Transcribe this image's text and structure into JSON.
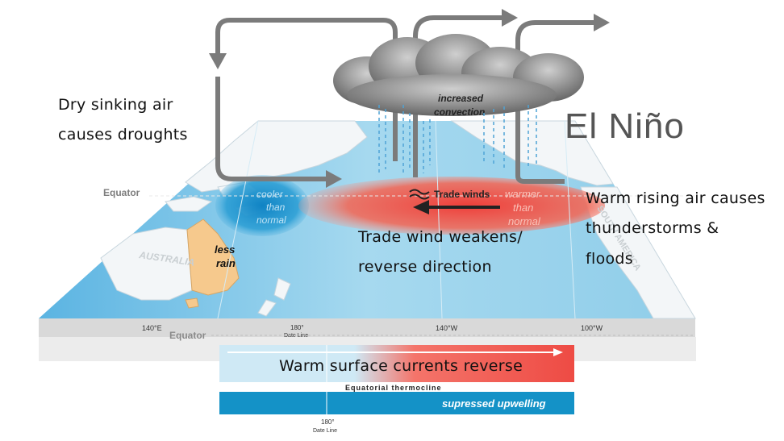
{
  "title": "El Niño",
  "captions": {
    "dry_sinking": [
      "Dry sinking air",
      "causes droughts"
    ],
    "warm_rising": [
      "Warm rising air causes",
      "thunderstorms &",
      "floods"
    ],
    "trade_weakens": [
      "Trade wind weakens/",
      "reverse direction"
    ],
    "currents_reverse": "Warm surface currents reverse"
  },
  "map_labels": {
    "increased_convection": [
      "increased",
      "convection"
    ],
    "trade_winds": "Trade winds",
    "cooler": [
      "cooler",
      "than",
      "normal"
    ],
    "warmer": [
      "warmer",
      "than",
      "normal"
    ],
    "less_rain": [
      "less",
      "rain"
    ],
    "australia": "AUSTRALIA",
    "south_america": "SOUTH AMERICA",
    "equator_top": "Equator",
    "equator_bottom": "Equator",
    "lon_140e": "140°E",
    "lon_180": [
      "180°",
      "Date Line"
    ],
    "lon_140w": "140°W",
    "lon_100w": "100°W",
    "thermocline": "Equatorial thermocline",
    "upwelling": "supressed upwelling",
    "bottom_180": [
      "180°",
      "Date Line"
    ]
  },
  "colors": {
    "ocean": "#8ccbe8",
    "ocean_dark": "#1e8fc8",
    "warm": "#ee4b44",
    "land": "#f3f6f8",
    "australia": "#f6c98d",
    "arrow_gray": "#7b7b7b",
    "upwelling_bar": "#1492c7"
  }
}
